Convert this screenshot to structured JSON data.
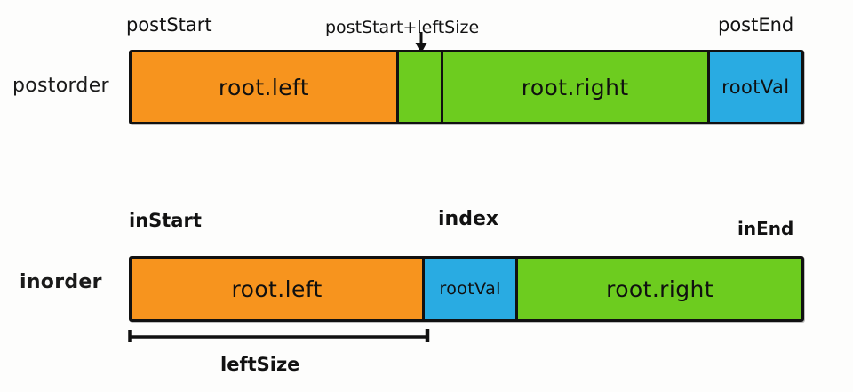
{
  "diagram": {
    "title_rows": {
      "postorder_label": "postorder",
      "inorder_label": "inorder"
    },
    "colors": {
      "orange": "#F7941E",
      "green": "#6DCC1F",
      "blue": "#29ABE2",
      "outline": "#111111",
      "background": "#FDFDFC",
      "text": "#121212"
    },
    "postorder_row": {
      "label": "postorder",
      "captions": {
        "start": "postStart",
        "middle": "postStart+leftSize",
        "end": "postEnd"
      },
      "arrow_icon": "down-arrow-icon",
      "segments": [
        {
          "name": "root.left",
          "color": "#F7941E",
          "width_pct": 39.9,
          "text_size": "big"
        },
        {
          "name": "",
          "color": "#6DCC1F",
          "width_pct": 6.6,
          "text_size": "small"
        },
        {
          "name": "root.right",
          "color": "#6DCC1F",
          "width_pct": 39.8,
          "text_size": "big"
        },
        {
          "name": "rootVal",
          "color": "#29ABE2",
          "width_pct": 13.7,
          "text_size": "mid"
        }
      ]
    },
    "inorder_row": {
      "label": "inorder",
      "captions": {
        "start": "inStart",
        "middle": "index",
        "end": "inEnd"
      },
      "segments": [
        {
          "name": "root.left",
          "color": "#F7941E",
          "width_pct": 43.8,
          "text_size": "big"
        },
        {
          "name": "rootVal",
          "color": "#29ABE2",
          "width_pct": 13.9,
          "text_size": "small"
        },
        {
          "name": "root.right",
          "color": "#6DCC1F",
          "width_pct": 42.3,
          "text_size": "big"
        }
      ],
      "measure": {
        "label": "leftSize",
        "spans_segments": "root.left"
      }
    }
  }
}
